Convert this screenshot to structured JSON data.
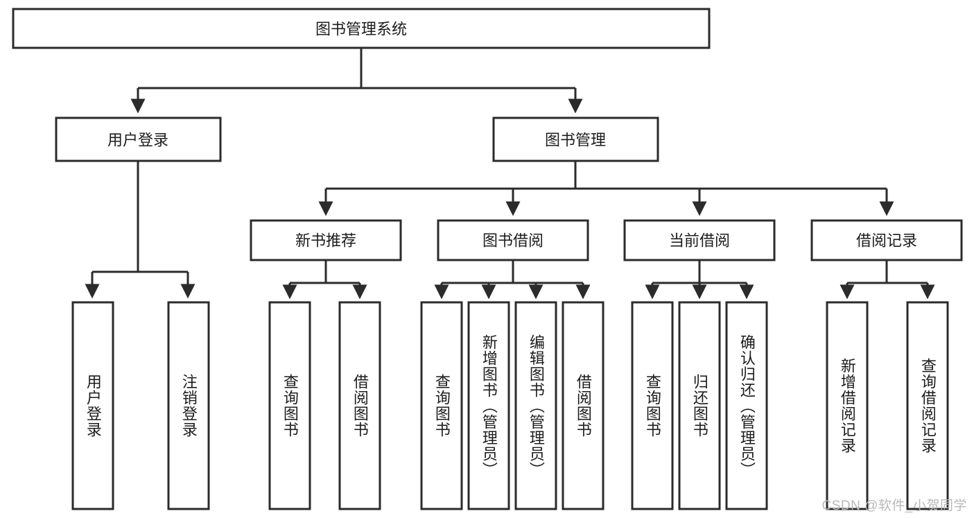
{
  "diagram": {
    "type": "tree",
    "title_node": "图书管理系统",
    "watermark": "CSDN @软件_小贺同学",
    "colors": {
      "stroke": "#2b2b2b",
      "fill": "#ffffff",
      "text": "#1c1c1c",
      "watermark": "#b9b9b9",
      "background": "#ffffff"
    },
    "nodes": {
      "root": {
        "label": "图书管理系统"
      },
      "level2": [
        {
          "id": "user-login",
          "label": "用户登录"
        },
        {
          "id": "book-manage",
          "label": "图书管理"
        }
      ],
      "level3": [
        {
          "id": "new-book-recommend",
          "label": "新书推荐"
        },
        {
          "id": "book-borrow",
          "label": "图书借阅"
        },
        {
          "id": "current-borrow",
          "label": "当前借阅"
        },
        {
          "id": "borrow-record",
          "label": "借阅记录"
        }
      ],
      "leaves": {
        "user-login": [
          {
            "id": "leaf-user-login",
            "label": "用户登录"
          },
          {
            "id": "leaf-logout-login",
            "label": "注销登录"
          }
        ],
        "new-book-recommend": [
          {
            "id": "leaf-query-book-1",
            "label": "查询图书"
          },
          {
            "id": "leaf-borrow-book-1",
            "label": "借阅图书"
          }
        ],
        "book-borrow": [
          {
            "id": "leaf-query-book-2",
            "label": "查询图书"
          },
          {
            "id": "leaf-add-book",
            "label": "新增图书（管理员）"
          },
          {
            "id": "leaf-edit-book",
            "label": "编辑图书（管理员）"
          },
          {
            "id": "leaf-borrow-book-2",
            "label": "借阅图书"
          }
        ],
        "current-borrow": [
          {
            "id": "leaf-query-book-3",
            "label": "查询图书"
          },
          {
            "id": "leaf-return-book",
            "label": "归还图书"
          },
          {
            "id": "leaf-confirm-return",
            "label": "确认归还（管理员）"
          }
        ],
        "borrow-record": [
          {
            "id": "leaf-add-record",
            "label": "新增借阅记录"
          },
          {
            "id": "leaf-query-record",
            "label": "查询借阅记录"
          }
        ]
      }
    }
  }
}
